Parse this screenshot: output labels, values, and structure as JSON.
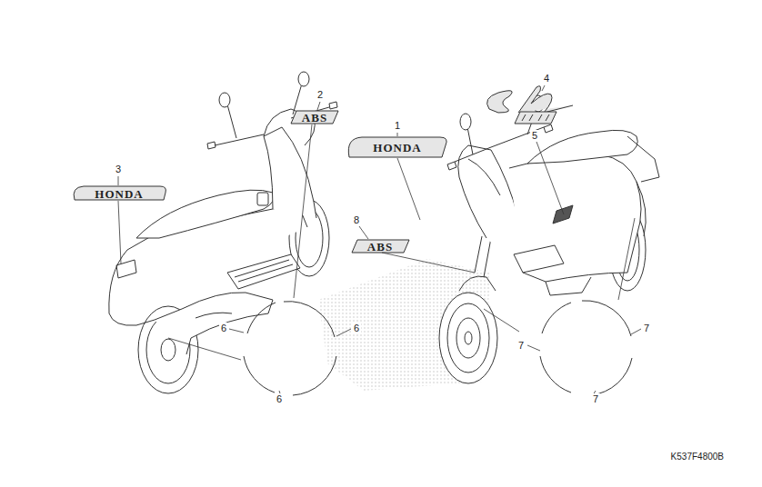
{
  "diagram": {
    "labels": [
      "1",
      "2",
      "3",
      "4",
      "5",
      "6",
      "6",
      "6",
      "7",
      "7",
      "7",
      "8",
      "HONDA",
      "HONDA",
      "ABS",
      "ABS",
      "K537F4800B"
    ]
  }
}
